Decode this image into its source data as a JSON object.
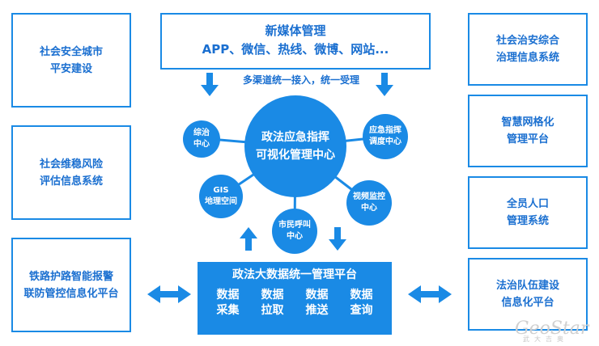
{
  "left_boxes": [
    {
      "line1": "社会安全城市",
      "line2": "平安建设"
    },
    {
      "line1": "社会维稳风险",
      "line2": "评估信息系统"
    },
    {
      "line1": "铁路护路智能报警",
      "line2": "联防管控信息化平台"
    }
  ],
  "right_boxes": [
    {
      "line1": "社会治安综合",
      "line2": "治理信息系统"
    },
    {
      "line1": "智慧网格化",
      "line2": "管理平台"
    },
    {
      "line1": "全员人口",
      "line2": "管理系统"
    },
    {
      "line1": "法治队伍建设",
      "line2": "信息化平台"
    }
  ],
  "top_box": {
    "title": "新媒体管理",
    "channels": "APP、微信、热线、微博、网站..."
  },
  "subtitle": "多渠道统一接入，统一受理",
  "hub": {
    "line1": "政法应急指挥",
    "line2": "可视化管理中心"
  },
  "satellites": [
    {
      "id": "comprehensive",
      "line1": "综治",
      "line2": "中心"
    },
    {
      "id": "dispatch",
      "line1": "应急指挥",
      "line2": "调度中心"
    },
    {
      "id": "gis",
      "line1": "GIS",
      "line2": "地理空间"
    },
    {
      "id": "video",
      "line1": "视频监控",
      "line2": "中心"
    },
    {
      "id": "hotline",
      "line1": "市民呼叫",
      "line2": "中心"
    }
  ],
  "platform": {
    "title": "政法大数据统一管理平台",
    "cells": [
      {
        "line1": "数据",
        "line2": "采集"
      },
      {
        "line1": "数据",
        "line2": "拉取"
      },
      {
        "line1": "数据",
        "line2": "推送"
      },
      {
        "line1": "数据",
        "line2": "查询"
      }
    ]
  },
  "watermark": {
    "logo": "GeoStar",
    "sub": "武大吉奥"
  },
  "colors": {
    "accent": "#1a8ae5",
    "text": "#1a6fd0"
  }
}
